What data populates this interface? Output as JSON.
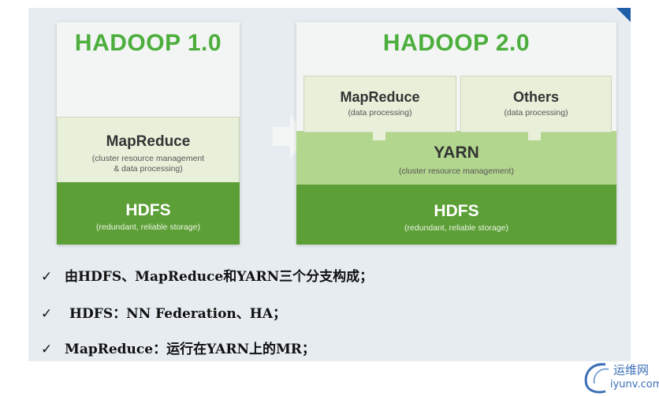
{
  "slide": {
    "left_panel": {
      "title": "HADOOP 1.0",
      "mapreduce": {
        "name": "MapReduce",
        "desc_line1": "(cluster resource management",
        "desc_line2": "& data processing)"
      },
      "hdfs": {
        "name": "HDFS",
        "desc": "(redundant, reliable storage)"
      }
    },
    "right_panel": {
      "title": "HADOOP 2.0",
      "mapreduce": {
        "name": "MapReduce",
        "desc": "(data processing)"
      },
      "others": {
        "name": "Others",
        "desc": "(data processing)"
      },
      "yarn": {
        "name": "YARN",
        "desc": "(cluster resource management)"
      },
      "hdfs": {
        "name": "HDFS",
        "desc": "(redundant, reliable storage)"
      }
    },
    "bullets": [
      {
        "check": "✓",
        "text": "由HDFS、MapReduce和YARN三个分支构成；"
      },
      {
        "check": "✓",
        "text": "HDFS：NN Federation、HA；"
      },
      {
        "check": "✓",
        "text": "MapReduce：运行在YARN上的MR；"
      }
    ]
  },
  "watermark": {
    "name": "运维网",
    "domain": "iyunv.com"
  },
  "colors": {
    "title_green": "#4cae3c",
    "hdfs_green": "#5c9f37",
    "yarn_green": "#b2d68e",
    "mr_pale": "#e8f0da",
    "logo_blue": "#3b6fb6"
  }
}
